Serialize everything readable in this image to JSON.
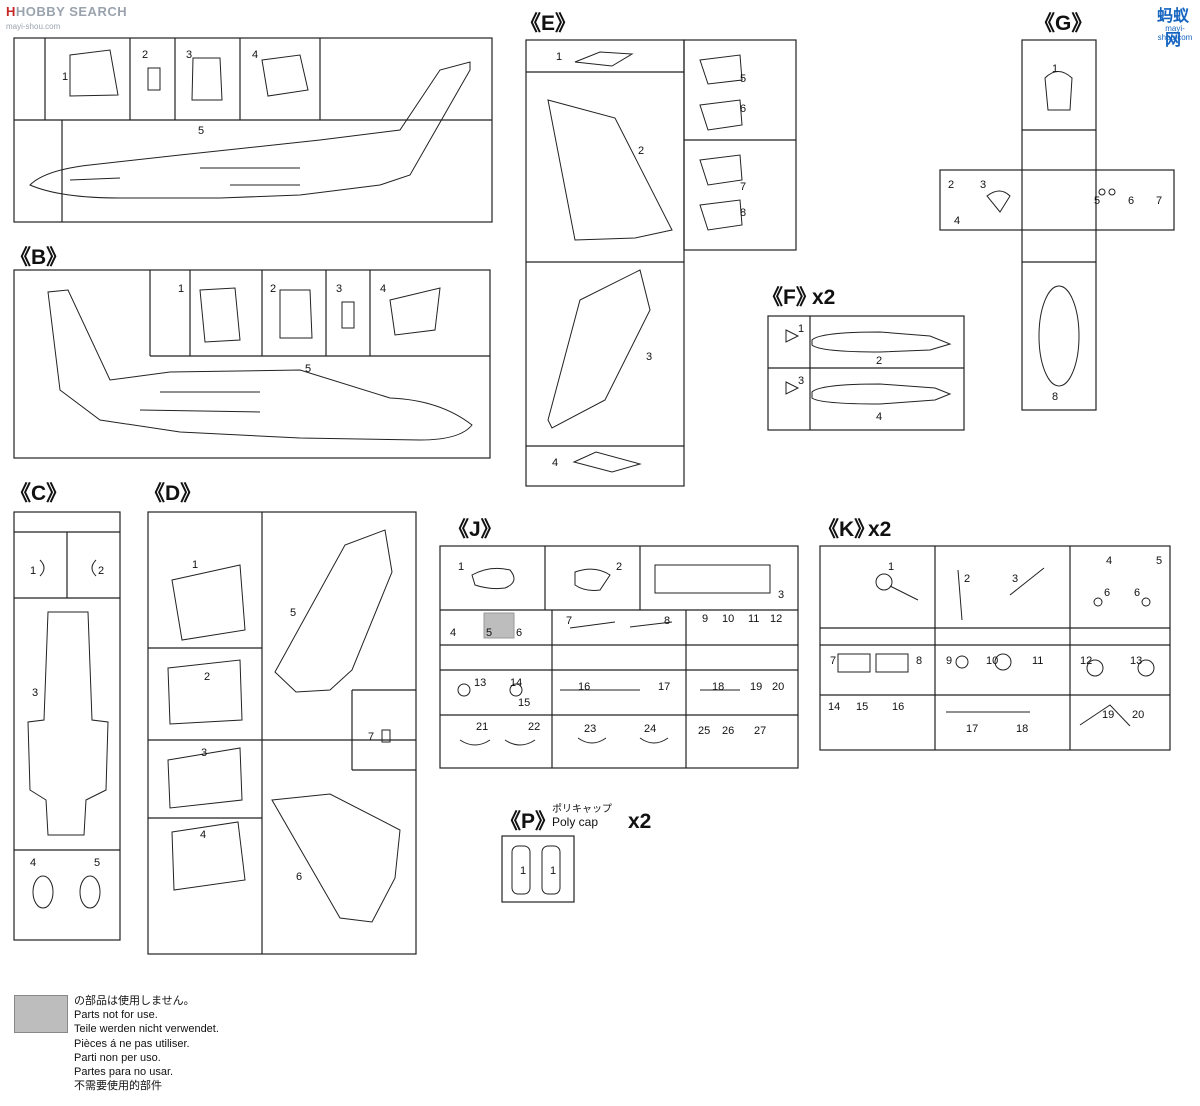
{
  "watermark": {
    "brand": "HOBBY SEARCH",
    "logo": "蚂蚁网",
    "logo_sub": "mayi-shou.com",
    "top_left_sub": "mayi-shou.com"
  },
  "sprues": [
    {
      "id": "A",
      "label": "",
      "multiplier": "",
      "parts": [
        "1",
        "2",
        "3",
        "4",
        "5"
      ]
    },
    {
      "id": "B",
      "label": "《B》",
      "multiplier": "",
      "parts": [
        "1",
        "2",
        "3",
        "4",
        "5"
      ]
    },
    {
      "id": "C",
      "label": "《C》",
      "multiplier": "",
      "parts": [
        "1",
        "2",
        "3",
        "4",
        "5"
      ]
    },
    {
      "id": "D",
      "label": "《D》",
      "multiplier": "",
      "parts": [
        "1",
        "2",
        "3",
        "4",
        "5",
        "6",
        "7"
      ]
    },
    {
      "id": "E",
      "label": "《E》",
      "multiplier": "",
      "parts": [
        "1",
        "2",
        "3",
        "4",
        "5",
        "6",
        "7",
        "8"
      ]
    },
    {
      "id": "F",
      "label": "《F》",
      "multiplier": "x2",
      "parts": [
        "1",
        "2",
        "3",
        "4"
      ]
    },
    {
      "id": "G",
      "label": "《G》",
      "multiplier": "",
      "parts": [
        "1",
        "2",
        "3",
        "4",
        "5",
        "6",
        "7",
        "8"
      ]
    },
    {
      "id": "J",
      "label": "《J》",
      "multiplier": "",
      "parts": [
        "1",
        "2",
        "3",
        "4",
        "5",
        "6",
        "7",
        "8",
        "9",
        "10",
        "11",
        "12",
        "13",
        "14",
        "15",
        "16",
        "17",
        "18",
        "19",
        "20",
        "21",
        "22",
        "23",
        "24",
        "25",
        "26",
        "27"
      ]
    },
    {
      "id": "K",
      "label": "《K》",
      "multiplier": "x2",
      "parts": [
        "1",
        "2",
        "3",
        "4",
        "5",
        "6",
        "6",
        "7",
        "8",
        "9",
        "10",
        "11",
        "12",
        "13",
        "14",
        "15",
        "16",
        "17",
        "18",
        "19",
        "20"
      ]
    },
    {
      "id": "P",
      "label": "《P》",
      "multiplier": "x2",
      "parts": [
        "1",
        "1"
      ],
      "title_jp": "ポリキャップ",
      "title_en": "Poly cap"
    }
  ],
  "legend": {
    "lines": [
      "の部品は使用しません。",
      "Parts not for use.",
      "Teile werden nicht verwendet.",
      "Pièces á ne pas utiliser.",
      "Parti non per uso.",
      "Partes para no usar.",
      "不需要使用的部件"
    ],
    "swatch_color": "#bdbdbd"
  },
  "colors": {
    "line": "#222222",
    "unused_part": "#bdbdbd",
    "watermark_red": "#c62828",
    "watermark_blue": "#1565c0"
  }
}
